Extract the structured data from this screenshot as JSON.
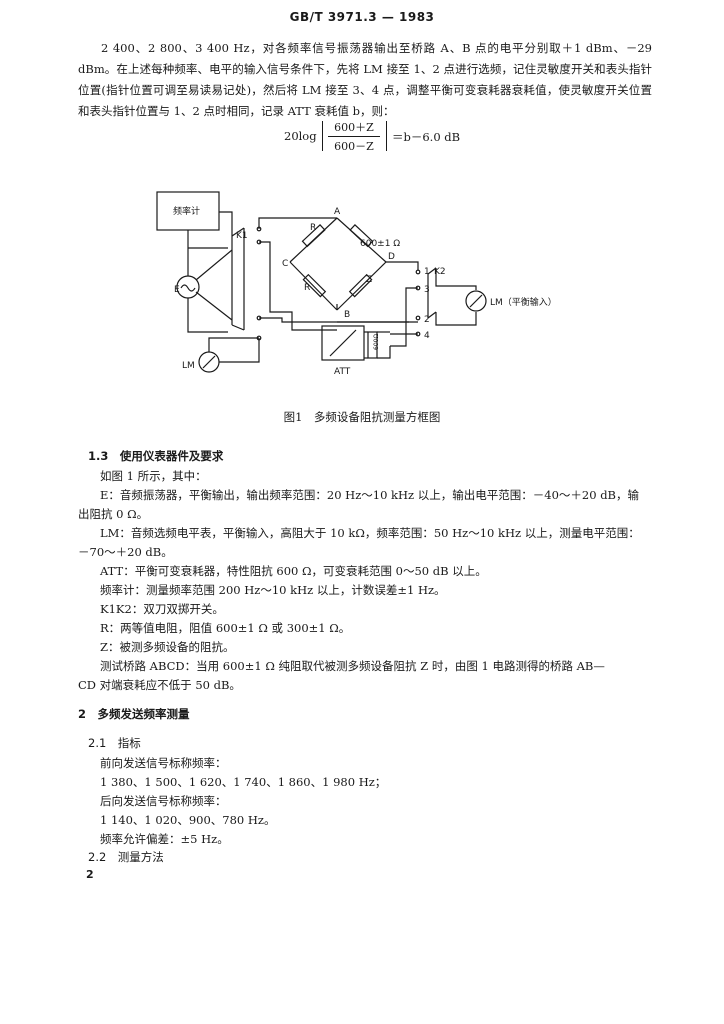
{
  "header": {
    "standard_no": "GB/T 3971.3 — 1983"
  },
  "intro": {
    "paragraph": "2 400、2 800、3 400 Hz，对各频率信号振荡器输出至桥路 A、B 点的电平分别取＋1 dBm、－29 dBm。在上述每种频率、电平的输入信号条件下，先将 LM 接至 1、2 点进行选频，记住灵敏度开关和表头指针位置(指针位置可调至易读易记处)，然后将 LM 接至 3、4 点，调整平衡可变衰耗器衰耗值，使灵敏度开关位置和表头指针位置与 1、2 点时相同，记录 ATT 衰耗值 b，则："
  },
  "formula": {
    "prefix": "20log",
    "numerator": "600＋Z",
    "denominator": "600－Z",
    "suffix": "＝b－6.0 dB"
  },
  "diagram": {
    "freq_meter_label": "频率计",
    "k1_label": "K1",
    "k2_label": "K2",
    "node_a": "A",
    "node_b": "B",
    "node_c": "C",
    "node_d": "D",
    "r1_label": "R",
    "r2_label": "R",
    "z_label": "Z",
    "r600_label": "600±1 Ω",
    "e_label": "E",
    "lm_left_label": "LM",
    "lm_right_label": "LM（平衡输入）",
    "att_label": "ATT",
    "res600_label": "600Ω",
    "term_1": "1",
    "term_2": "2",
    "term_3": "3",
    "term_4": "4"
  },
  "figure_caption": "图1　多频设备阻抗测量方框图",
  "section_1_3": {
    "heading": "1.3　使用仪表器件及要求",
    "intro": "如图 1 所示，其中：",
    "e_line1": "E：音频振荡器，平衡输出，输出频率范围：20 Hz～10 kHz 以上，输出电平范围：－40～＋20 dB，输",
    "e_line2": "出阻抗 0 Ω。",
    "lm_line1": "LM：音频选频电平表，平衡输入，高阻大于 10 kΩ，频率范围：50 Hz～10 kHz 以上，测量电平范围：",
    "lm_line2": "－70～＋20 dB。",
    "att_line": "ATT：平衡可变衰耗器，特性阻抗 600 Ω，可变衰耗范围 0～50 dB 以上。",
    "freq_line": "频率计：测量频率范围 200 Hz～10 kHz 以上，计数误差±1 Hz。",
    "k_line": "K1K2：双刀双掷开关。",
    "r_line": "R：两等值电阻，阻值 600±1 Ω 或 300±1 Ω。",
    "z_line": "Z：被测多频设备的阻抗。",
    "bridge_line1": "测试桥路 ABCD：当用 600±1 Ω 纯阻取代被测多频设备阻抗 Z 时，由图 1 电路测得的桥路 AB—",
    "bridge_line2": "CD 对端衰耗应不低于 50 dB。"
  },
  "section_2": {
    "heading": "2　多频发送频率测量",
    "sub_2_1": "2.1　指标",
    "forward_label": "前向发送信号标称频率：",
    "forward_values": "1 380、1 500、1 620、1 740、1 860、1 980 Hz；",
    "backward_label": "后向发送信号标称频率：",
    "backward_values": "1 140、1 020、900、780 Hz。",
    "tolerance": "频率允许偏差：±5 Hz。",
    "sub_2_2": "2.2　测量方法"
  },
  "page_number": "2"
}
